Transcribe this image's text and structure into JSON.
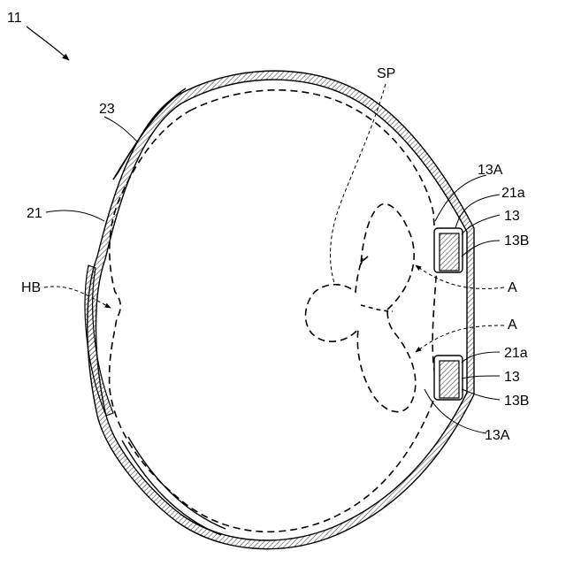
{
  "figure": {
    "ref_main": "11",
    "labels": {
      "outer_wall": "23",
      "inner_wall": "21",
      "body_hb": "HB",
      "space_sp": "SP",
      "ref_13a_top": "13A",
      "ref_21a_top": "21a",
      "ref_13_top": "13",
      "ref_13b_top": "13B",
      "arrow_a_top": "A",
      "arrow_a_bottom": "A",
      "ref_21a_bottom": "21a",
      "ref_13_bottom": "13",
      "ref_13b_bottom": "13B",
      "ref_13a_bottom": "13A"
    }
  },
  "colors": {
    "line": "#000000",
    "hatch": "#555555",
    "background": "#ffffff"
  }
}
